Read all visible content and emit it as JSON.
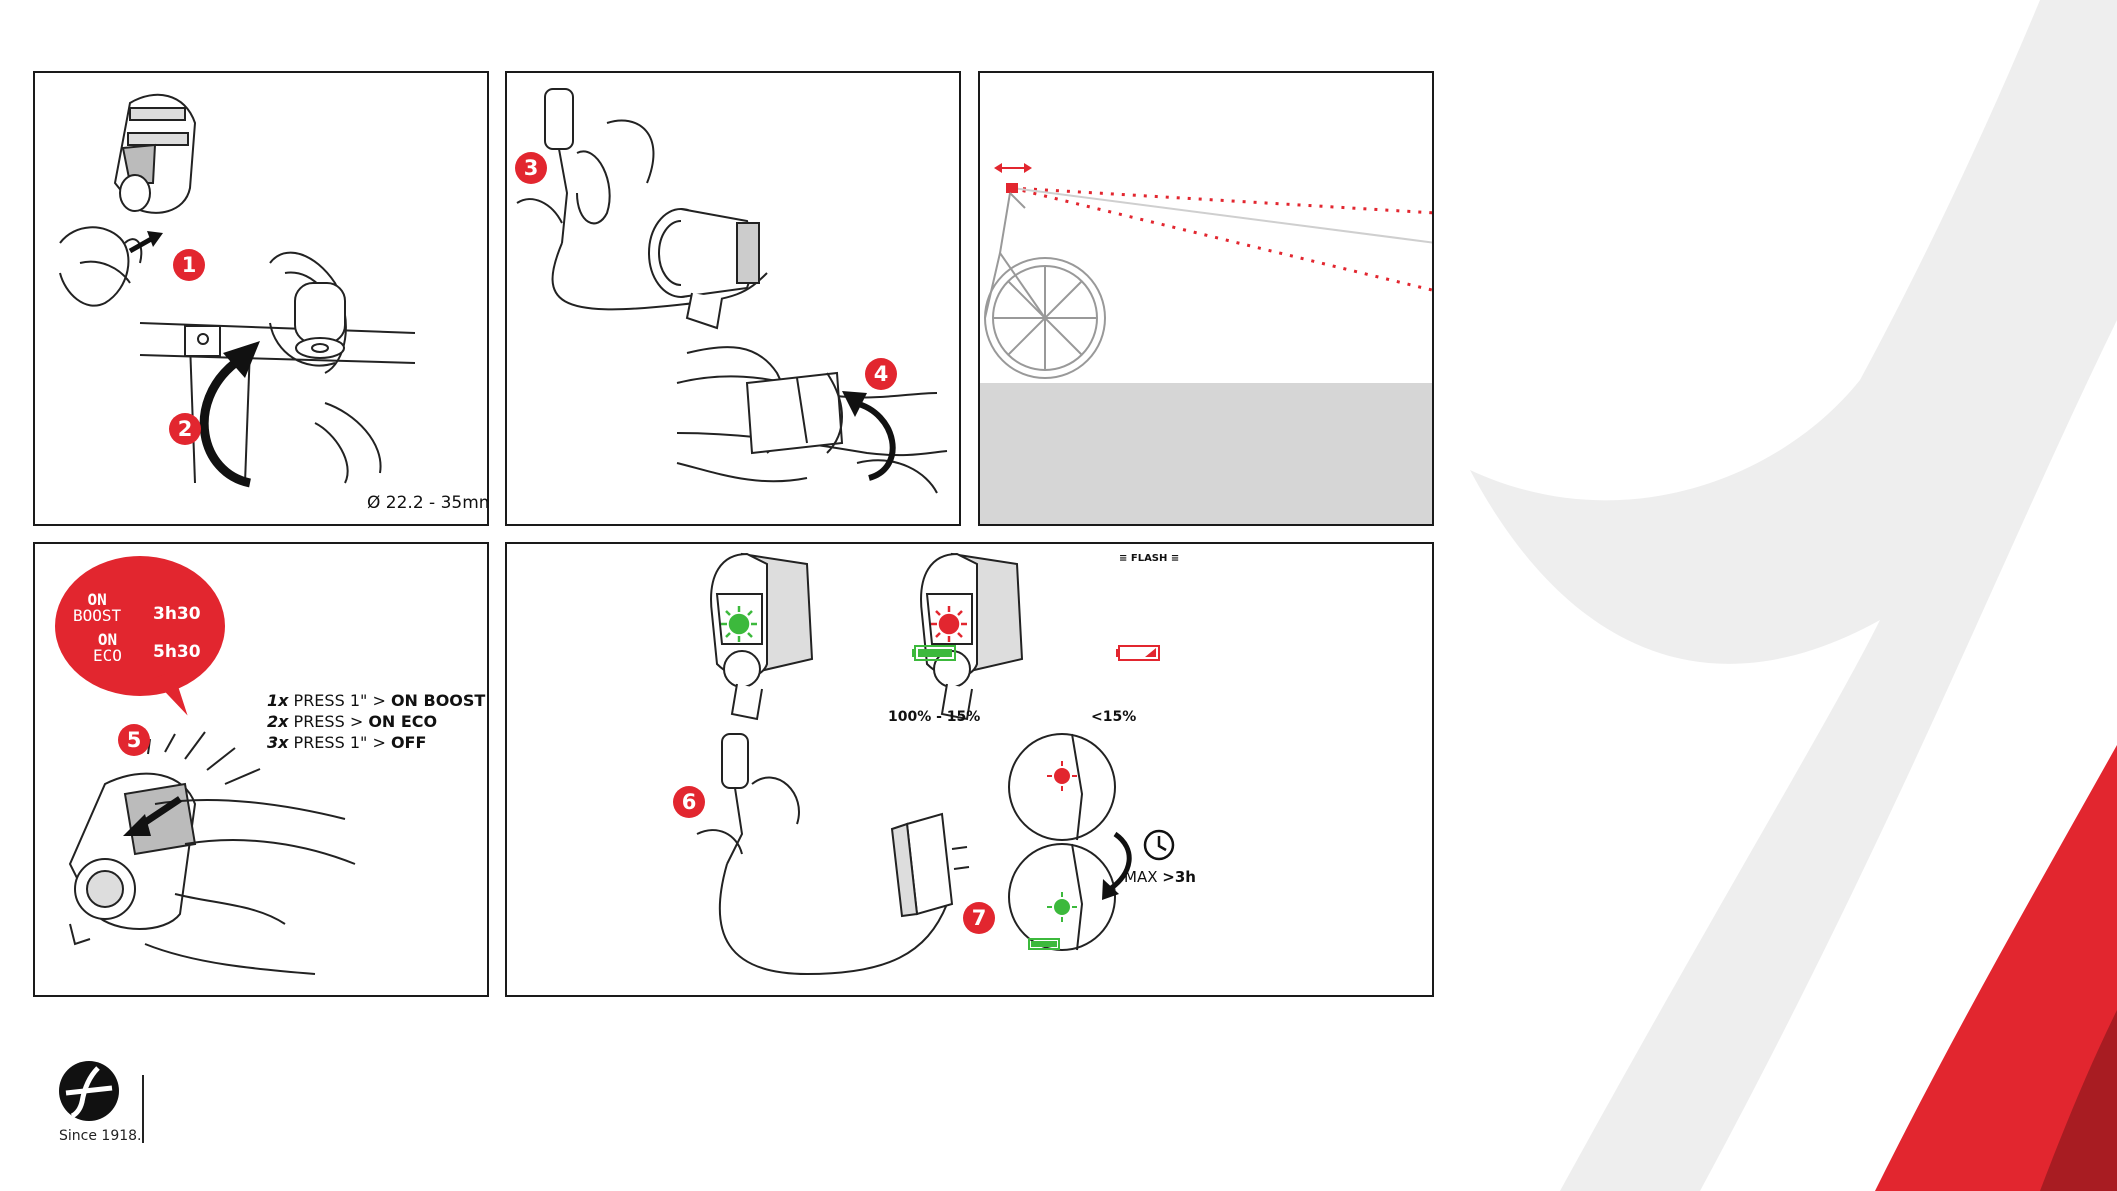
{
  "panel1": {
    "steps": [
      "1",
      "2"
    ],
    "diameter_label": "Ø  22.2 - 35mm"
  },
  "panel2": {
    "steps": [
      "3",
      "4"
    ]
  },
  "panel4": {
    "step": "5",
    "bubble": {
      "boost": {
        "on": "ON",
        "mode": "BOOST",
        "time": "3h30"
      },
      "eco": {
        "on": "ON",
        "mode": "ECO",
        "time": "5h30"
      }
    },
    "instructions": [
      {
        "count": "1x",
        "text": " PRESS 1\" > ",
        "result": "ON BOOST"
      },
      {
        "count": "2x",
        "text": " PRESS > ",
        "result": "ON ECO"
      },
      {
        "count": "3x",
        "text": " PRESS 1\" > ",
        "result": "OFF"
      }
    ]
  },
  "panel5": {
    "steps": [
      "6",
      "7"
    ],
    "flash_label": "≡ FLASH ≡",
    "battery_full_label": "100% - 15%",
    "battery_low_label": "<15%",
    "max_label": "MAX",
    "max_value": ">3h"
  },
  "brand": {
    "tagline": "Since 1918."
  },
  "colors": {
    "accent_red": "#e2262f",
    "indicator_green": "#3cb93c",
    "ground_grey": "#d6d6d6",
    "swoosh_grey": "#eeeeee"
  },
  "icons": [
    "arrow-up-icon",
    "rotate-arrow-icon",
    "clock-icon",
    "battery-full-icon",
    "battery-low-icon",
    "light-beam-icon"
  ]
}
